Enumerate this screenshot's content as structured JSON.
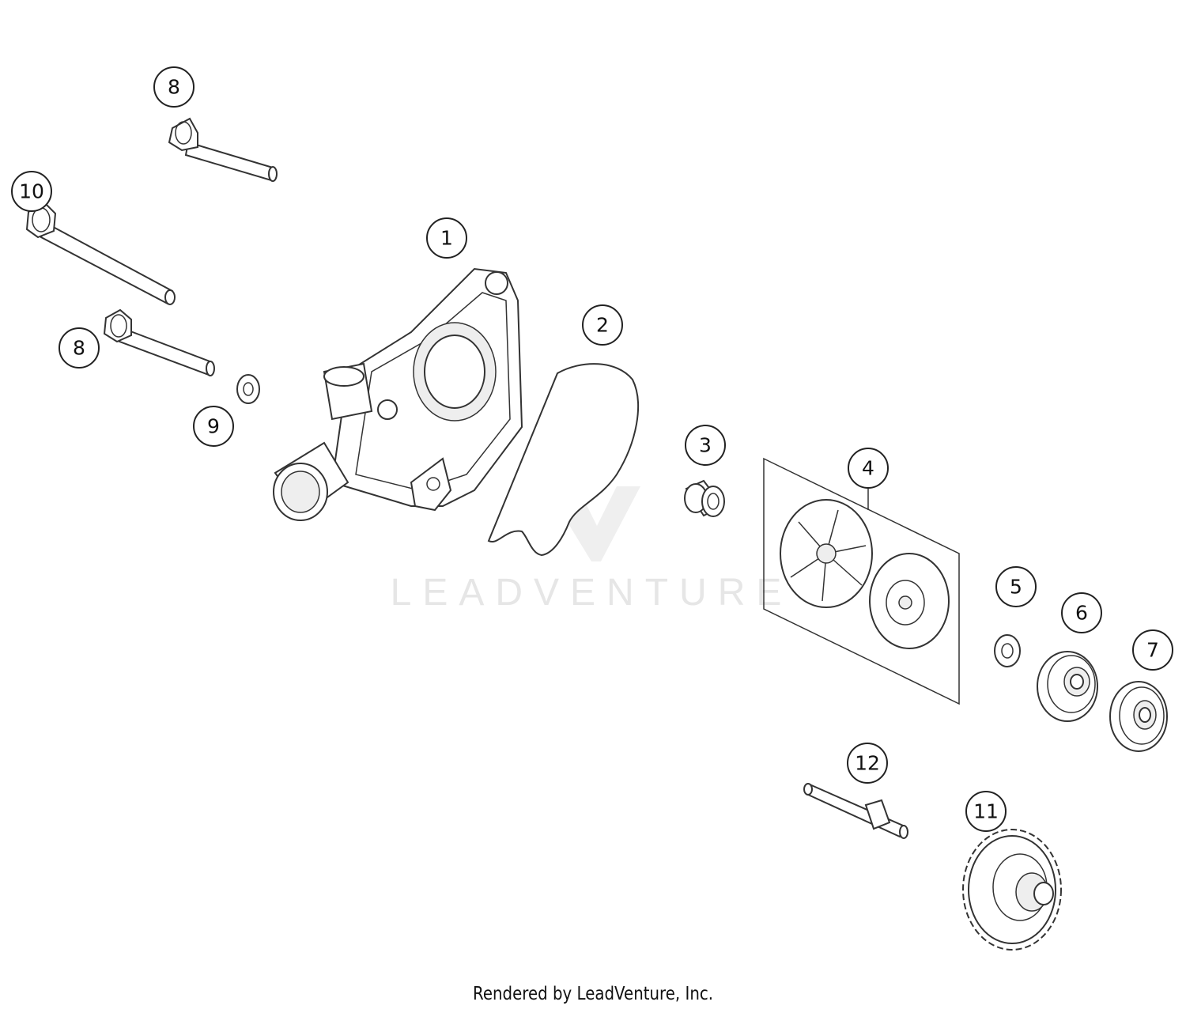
{
  "watermark": {
    "text": "LEADVENTURE"
  },
  "footer": {
    "text": "Rendered by LeadVenture, Inc."
  },
  "callouts": [
    {
      "label": "8"
    },
    {
      "label": "10"
    },
    {
      "label": "8"
    },
    {
      "label": "9"
    },
    {
      "label": "1"
    },
    {
      "label": "2"
    },
    {
      "label": "3"
    },
    {
      "label": "4"
    },
    {
      "label": "5"
    },
    {
      "label": "6"
    },
    {
      "label": "7"
    },
    {
      "label": "12"
    },
    {
      "label": "11"
    }
  ]
}
